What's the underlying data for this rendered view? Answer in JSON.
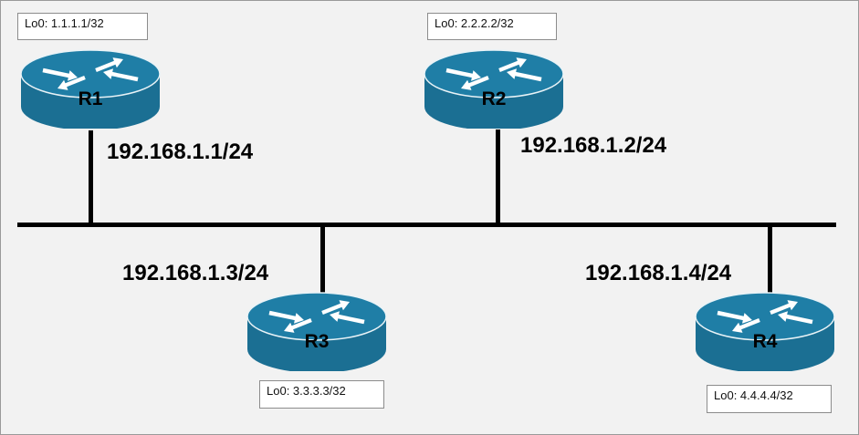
{
  "colors": {
    "router_top": "#1f7ea6",
    "router_side": "#1b6f93",
    "router_edge": "#e9f3f7",
    "arrow": "#ffffff",
    "link": "#000000",
    "background": "#f2f2f2"
  },
  "icons": {
    "router": "router-icon"
  },
  "routers": [
    {
      "name": "R1",
      "loopback": "Lo0: 1.1.1.1/32",
      "interface_ip": "192.168.1.1/24"
    },
    {
      "name": "R2",
      "loopback": "Lo0: 2.2.2.2/32",
      "interface_ip": "192.168.1.2/24"
    },
    {
      "name": "R3",
      "loopback": "Lo0: 3.3.3.3/32",
      "interface_ip": "192.168.1.3/24"
    },
    {
      "name": "R4",
      "loopback": "Lo0: 4.4.4.4/32",
      "interface_ip": "192.168.1.4/24"
    }
  ]
}
